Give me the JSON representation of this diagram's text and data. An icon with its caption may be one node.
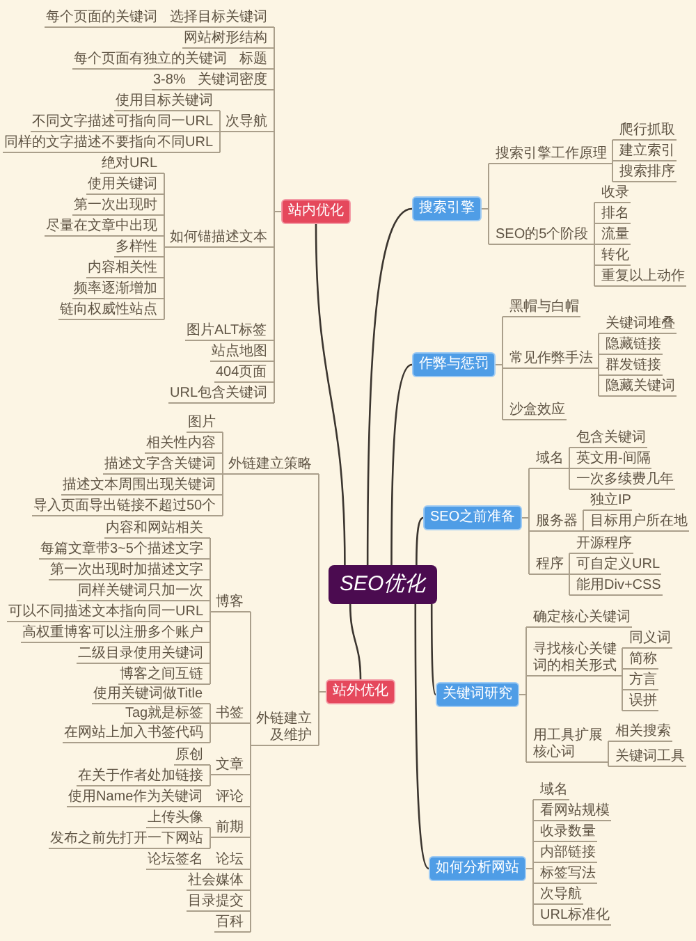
{
  "diagram": {
    "nodes": [
      {
        "text": [
          "SEO优化"
        ]
      },
      {
        "text": [
          "搜索引擎"
        ]
      },
      {
        "text": [
          "搜索引擎工作原理"
        ]
      },
      {
        "text": [
          "爬行抓取"
        ]
      },
      {
        "text": [
          "建立索引"
        ]
      },
      {
        "text": [
          "搜索排序"
        ]
      },
      {
        "text": [
          "SEO的5个阶段"
        ]
      },
      {
        "text": [
          "收录"
        ]
      },
      {
        "text": [
          "排名"
        ]
      },
      {
        "text": [
          "流量"
        ]
      },
      {
        "text": [
          "转化"
        ]
      },
      {
        "text": [
          "重复以上动作"
        ]
      },
      {
        "text": [
          "作弊与惩罚"
        ]
      },
      {
        "text": [
          "黑帽与白帽"
        ]
      },
      {
        "text": [
          "常见作弊手法"
        ]
      },
      {
        "text": [
          "关键词堆叠"
        ]
      },
      {
        "text": [
          "隐藏链接"
        ]
      },
      {
        "text": [
          "群发链接"
        ]
      },
      {
        "text": [
          "隐藏关键词"
        ]
      },
      {
        "text": [
          "沙盒效应"
        ]
      },
      {
        "text": [
          "SEO之前准备"
        ]
      },
      {
        "text": [
          "域名"
        ]
      },
      {
        "text": [
          "包含关键词"
        ]
      },
      {
        "text": [
          "英文用-间隔"
        ]
      },
      {
        "text": [
          "一次多续费几年"
        ]
      },
      {
        "text": [
          "服务器"
        ]
      },
      {
        "text": [
          "独立IP"
        ]
      },
      {
        "text": [
          "目标用户所在地"
        ]
      },
      {
        "text": [
          "程序"
        ]
      },
      {
        "text": [
          "开源程序"
        ]
      },
      {
        "text": [
          "可自定义URL"
        ]
      },
      {
        "text": [
          "能用Div+CSS"
        ]
      },
      {
        "text": [
          "关键词研究"
        ]
      },
      {
        "text": [
          "确定核心关键词"
        ]
      },
      {
        "text": [
          "寻找核心关键词的相关形式"
        ]
      },
      {
        "text": [
          "同义词"
        ]
      },
      {
        "text": [
          "简称"
        ]
      },
      {
        "text": [
          "方言"
        ]
      },
      {
        "text": [
          "误拼"
        ]
      },
      {
        "text": [
          "用工具扩展核心词"
        ]
      },
      {
        "text": [
          "相关搜索"
        ]
      },
      {
        "text": [
          "关键词工具"
        ]
      },
      {
        "text": [
          "如何分析网站"
        ]
      },
      {
        "text": [
          "域名"
        ]
      },
      {
        "text": [
          "看网站规模"
        ]
      },
      {
        "text": [
          "收录数量"
        ]
      },
      {
        "text": [
          "内部链接"
        ]
      },
      {
        "text": [
          "标签写法"
        ]
      },
      {
        "text": [
          "次导航"
        ]
      },
      {
        "text": [
          "URL标准化"
        ]
      },
      {
        "text": [
          "站内优化"
        ]
      },
      {
        "text": [
          "选择目标关键词"
        ]
      },
      {
        "text": [
          "每个页面的关键词"
        ]
      },
      {
        "text": [
          "网站树形结构"
        ]
      },
      {
        "text": [
          "标题"
        ]
      },
      {
        "text": [
          "每个页面有独立的关键词"
        ]
      },
      {
        "text": [
          "关键词密度"
        ]
      },
      {
        "text": [
          "3-8%"
        ]
      },
      {
        "text": [
          "次导航"
        ]
      },
      {
        "text": [
          "使用目标关键词"
        ]
      },
      {
        "text": [
          "不同文字描述可指向同一URL"
        ]
      },
      {
        "text": [
          "同样的文字描述不要指向不同URL"
        ]
      },
      {
        "text": [
          "如何锚描述文本"
        ]
      },
      {
        "text": [
          "绝对URL"
        ]
      },
      {
        "text": [
          "使用关键词"
        ]
      },
      {
        "text": [
          "第一次出现时"
        ]
      },
      {
        "text": [
          "尽量在文章中出现"
        ]
      },
      {
        "text": [
          "多样性"
        ]
      },
      {
        "text": [
          "内容相关性"
        ]
      },
      {
        "text": [
          "频率逐渐增加"
        ]
      },
      {
        "text": [
          "链向权威性站点"
        ]
      },
      {
        "text": [
          "图片ALT标签"
        ]
      },
      {
        "text": [
          "站点地图"
        ]
      },
      {
        "text": [
          "404页面"
        ]
      },
      {
        "text": [
          "URL包含关键词"
        ]
      },
      {
        "text": [
          "站外优化"
        ]
      },
      {
        "text": [
          "外链建立策略"
        ]
      },
      {
        "text": [
          "图片"
        ]
      },
      {
        "text": [
          "相关性内容"
        ]
      },
      {
        "text": [
          "描述文字含关键词"
        ]
      },
      {
        "text": [
          "描述文本周围出现关键词"
        ]
      },
      {
        "text": [
          "导入页面导出链接不超过50个"
        ]
      },
      {
        "text": [
          "外链建立及维护"
        ]
      },
      {
        "text": [
          "博客"
        ]
      },
      {
        "text": [
          "内容和网站相关"
        ]
      },
      {
        "text": [
          "每篇文章带3~5个描述文字"
        ]
      },
      {
        "text": [
          "第一次出现时加描述文字"
        ]
      },
      {
        "text": [
          "同样关键词只加一次"
        ]
      },
      {
        "text": [
          "可以不同描述文本指向同一URL"
        ]
      },
      {
        "text": [
          "高权重博客可以注册多个账户"
        ]
      },
      {
        "text": [
          "二级目录使用关键词"
        ]
      },
      {
        "text": [
          "博客之间互链"
        ]
      },
      {
        "text": [
          "书签"
        ]
      },
      {
        "text": [
          "使用关键词做Title"
        ]
      },
      {
        "text": [
          "Tag就是标签"
        ]
      },
      {
        "text": [
          "在网站上加入书签代码"
        ]
      },
      {
        "text": [
          "文章"
        ]
      },
      {
        "text": [
          "原创"
        ]
      },
      {
        "text": [
          "在关于作者处加链接"
        ]
      },
      {
        "text": [
          "评论"
        ]
      },
      {
        "text": [
          "使用Name作为关键词"
        ]
      },
      {
        "text": [
          "前期"
        ]
      },
      {
        "text": [
          "上传头像"
        ]
      },
      {
        "text": [
          "发布之前先打开一下网站"
        ]
      },
      {
        "text": [
          "论坛"
        ]
      },
      {
        "text": [
          "论坛签名"
        ]
      },
      {
        "text": [
          "社会媒体"
        ]
      },
      {
        "text": [
          "目录提交"
        ]
      },
      {
        "text": [
          "百科"
        ]
      }
    ],
    "edges": [
      {
        "from": 0,
        "to": 1,
        "arrow": "none",
        "color": "#3b352f"
      },
      {
        "from": 1,
        "to": 2,
        "arrow": "none"
      },
      {
        "from": 2,
        "to": 3,
        "arrow": "none"
      },
      {
        "from": 2,
        "to": 4,
        "arrow": "none"
      },
      {
        "from": 2,
        "to": 5,
        "arrow": "none"
      },
      {
        "from": 1,
        "to": 6,
        "arrow": "none"
      },
      {
        "from": 6,
        "to": 7,
        "arrow": "none"
      },
      {
        "from": 6,
        "to": 8,
        "arrow": "none"
      },
      {
        "from": 6,
        "to": 9,
        "arrow": "none"
      },
      {
        "from": 6,
        "to": 10,
        "arrow": "none"
      },
      {
        "from": 6,
        "to": 11,
        "arrow": "none"
      },
      {
        "from": 0,
        "to": 12,
        "arrow": "none",
        "color": "#3b352f"
      },
      {
        "from": 12,
        "to": 13,
        "arrow": "none"
      },
      {
        "from": 12,
        "to": 14,
        "arrow": "none"
      },
      {
        "from": 14,
        "to": 15,
        "arrow": "none"
      },
      {
        "from": 14,
        "to": 16,
        "arrow": "none"
      },
      {
        "from": 14,
        "to": 17,
        "arrow": "none"
      },
      {
        "from": 14,
        "to": 18,
        "arrow": "none"
      },
      {
        "from": 12,
        "to": 19,
        "arrow": "none"
      },
      {
        "from": 0,
        "to": 20,
        "arrow": "none",
        "color": "#3b352f"
      },
      {
        "from": 20,
        "to": 21,
        "arrow": "none"
      },
      {
        "from": 21,
        "to": 22,
        "arrow": "none"
      },
      {
        "from": 21,
        "to": 23,
        "arrow": "none"
      },
      {
        "from": 21,
        "to": 24,
        "arrow": "none"
      },
      {
        "from": 20,
        "to": 25,
        "arrow": "none"
      },
      {
        "from": 25,
        "to": 26,
        "arrow": "none"
      },
      {
        "from": 25,
        "to": 27,
        "arrow": "none"
      },
      {
        "from": 20,
        "to": 28,
        "arrow": "none"
      },
      {
        "from": 28,
        "to": 29,
        "arrow": "none"
      },
      {
        "from": 28,
        "to": 30,
        "arrow": "none"
      },
      {
        "from": 28,
        "to": 31,
        "arrow": "none"
      },
      {
        "from": 0,
        "to": 32,
        "arrow": "none",
        "color": "#3b352f"
      },
      {
        "from": 32,
        "to": 33,
        "arrow": "none"
      },
      {
        "from": 32,
        "to": 34,
        "arrow": "none"
      },
      {
        "from": 34,
        "to": 35,
        "arrow": "none"
      },
      {
        "from": 34,
        "to": 36,
        "arrow": "none"
      },
      {
        "from": 34,
        "to": 37,
        "arrow": "none"
      },
      {
        "from": 34,
        "to": 38,
        "arrow": "none"
      },
      {
        "from": 32,
        "to": 39,
        "arrow": "none"
      },
      {
        "from": 39,
        "to": 40,
        "arrow": "none"
      },
      {
        "from": 39,
        "to": 41,
        "arrow": "none"
      },
      {
        "from": 0,
        "to": 42,
        "arrow": "none",
        "color": "#3b352f"
      },
      {
        "from": 42,
        "to": 43,
        "arrow": "none"
      },
      {
        "from": 42,
        "to": 44,
        "arrow": "none"
      },
      {
        "from": 42,
        "to": 45,
        "arrow": "none"
      },
      {
        "from": 42,
        "to": 46,
        "arrow": "none"
      },
      {
        "from": 42,
        "to": 47,
        "arrow": "none"
      },
      {
        "from": 42,
        "to": 48,
        "arrow": "none"
      },
      {
        "from": 42,
        "to": 49,
        "arrow": "none"
      },
      {
        "from": 0,
        "to": 50,
        "arrow": "none",
        "color": "#3b352f"
      },
      {
        "from": 50,
        "to": 51,
        "arrow": "none"
      },
      {
        "from": 51,
        "to": 52,
        "arrow": "none"
      },
      {
        "from": 50,
        "to": 53,
        "arrow": "none"
      },
      {
        "from": 50,
        "to": 54,
        "arrow": "none"
      },
      {
        "from": 54,
        "to": 55,
        "arrow": "none"
      },
      {
        "from": 50,
        "to": 56,
        "arrow": "none"
      },
      {
        "from": 56,
        "to": 57,
        "arrow": "none"
      },
      {
        "from": 50,
        "to": 58,
        "arrow": "none"
      },
      {
        "from": 58,
        "to": 59,
        "arrow": "none"
      },
      {
        "from": 58,
        "to": 60,
        "arrow": "none"
      },
      {
        "from": 58,
        "to": 61,
        "arrow": "none"
      },
      {
        "from": 50,
        "to": 62,
        "arrow": "none"
      },
      {
        "from": 62,
        "to": 63,
        "arrow": "none"
      },
      {
        "from": 62,
        "to": 64,
        "arrow": "none"
      },
      {
        "from": 62,
        "to": 65,
        "arrow": "none"
      },
      {
        "from": 62,
        "to": 66,
        "arrow": "none"
      },
      {
        "from": 62,
        "to": 67,
        "arrow": "none"
      },
      {
        "from": 62,
        "to": 68,
        "arrow": "none"
      },
      {
        "from": 62,
        "to": 69,
        "arrow": "none"
      },
      {
        "from": 62,
        "to": 70,
        "arrow": "none"
      },
      {
        "from": 50,
        "to": 71,
        "arrow": "none"
      },
      {
        "from": 50,
        "to": 72,
        "arrow": "none"
      },
      {
        "from": 50,
        "to": 73,
        "arrow": "none"
      },
      {
        "from": 50,
        "to": 74,
        "arrow": "none"
      },
      {
        "from": 0,
        "to": 75,
        "arrow": "none",
        "color": "#3b352f"
      },
      {
        "from": 75,
        "to": 76,
        "arrow": "none"
      },
      {
        "from": 76,
        "to": 77,
        "arrow": "none"
      },
      {
        "from": 76,
        "to": 78,
        "arrow": "none"
      },
      {
        "from": 76,
        "to": 79,
        "arrow": "none"
      },
      {
        "from": 76,
        "to": 80,
        "arrow": "none"
      },
      {
        "from": 76,
        "to": 81,
        "arrow": "none"
      },
      {
        "from": 75,
        "to": 82,
        "arrow": "none"
      },
      {
        "from": 82,
        "to": 83,
        "arrow": "none"
      },
      {
        "from": 83,
        "to": 84,
        "arrow": "none"
      },
      {
        "from": 83,
        "to": 85,
        "arrow": "none"
      },
      {
        "from": 83,
        "to": 86,
        "arrow": "none"
      },
      {
        "from": 83,
        "to": 87,
        "arrow": "none"
      },
      {
        "from": 83,
        "to": 88,
        "arrow": "none"
      },
      {
        "from": 83,
        "to": 89,
        "arrow": "none"
      },
      {
        "from": 83,
        "to": 90,
        "arrow": "none"
      },
      {
        "from": 83,
        "to": 91,
        "arrow": "none"
      },
      {
        "from": 82,
        "to": 92,
        "arrow": "none"
      },
      {
        "from": 92,
        "to": 93,
        "arrow": "none"
      },
      {
        "from": 92,
        "to": 94,
        "arrow": "none"
      },
      {
        "from": 92,
        "to": 95,
        "arrow": "none"
      },
      {
        "from": 82,
        "to": 96,
        "arrow": "none"
      },
      {
        "from": 96,
        "to": 97,
        "arrow": "none"
      },
      {
        "from": 96,
        "to": 98,
        "arrow": "none"
      },
      {
        "from": 82,
        "to": 99,
        "arrow": "none"
      },
      {
        "from": 99,
        "to": 100,
        "arrow": "none"
      },
      {
        "from": 82,
        "to": 101,
        "arrow": "none"
      },
      {
        "from": 101,
        "to": 102,
        "arrow": "none"
      },
      {
        "from": 101,
        "to": 103,
        "arrow": "none"
      },
      {
        "from": 82,
        "to": 104,
        "arrow": "none"
      },
      {
        "from": 104,
        "to": 105,
        "arrow": "none"
      },
      {
        "from": 82,
        "to": 106,
        "arrow": "none"
      },
      {
        "from": 82,
        "to": 107,
        "arrow": "none"
      },
      {
        "from": 82,
        "to": 108,
        "arrow": "none"
      }
    ]
  }
}
